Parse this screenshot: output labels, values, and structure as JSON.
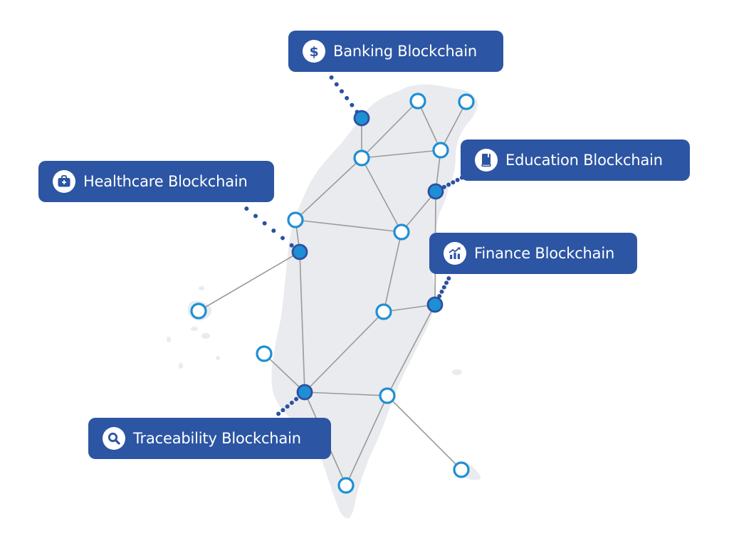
{
  "title": "Taiwan blockchain network",
  "colors": {
    "label_bg": "#2c55a3",
    "label_text": "#ffffff",
    "map_fill": "#e9ebee",
    "edge": "#9a9a9a",
    "hub_fill": "#1e8fd5",
    "hub_stroke": "#2c50a0",
    "node_ring": "#1e8fd5",
    "node_fill": "#ffffff",
    "dots": "#2c50a0"
  },
  "labels": [
    {
      "id": "banking",
      "text": "Banking Blockchain",
      "icon": "dollar-icon"
    },
    {
      "id": "education",
      "text": "Education Blockchain",
      "icon": "book-icon"
    },
    {
      "id": "healthcare",
      "text": "Healthcare Blockchain",
      "icon": "medical-bag-icon"
    },
    {
      "id": "finance",
      "text": "Finance Blockchain",
      "icon": "chart-growth-icon"
    },
    {
      "id": "traceability",
      "text": "Traceability Blockchain",
      "icon": "magnifier-icon"
    }
  ],
  "nodes": [
    {
      "id": "n-banking",
      "type": "hub",
      "sector": "banking"
    },
    {
      "id": "n-north1",
      "type": "node"
    },
    {
      "id": "n-north2",
      "type": "node"
    },
    {
      "id": "n-taipei-w",
      "type": "node"
    },
    {
      "id": "n-taipei-e",
      "type": "node"
    },
    {
      "id": "n-education",
      "type": "hub",
      "sector": "education"
    },
    {
      "id": "n-west1",
      "type": "node"
    },
    {
      "id": "n-center1",
      "type": "node"
    },
    {
      "id": "n-healthcare",
      "type": "hub",
      "sector": "healthcare"
    },
    {
      "id": "n-penghu",
      "type": "node"
    },
    {
      "id": "n-center2",
      "type": "node"
    },
    {
      "id": "n-finance",
      "type": "hub",
      "sector": "finance"
    },
    {
      "id": "n-west2",
      "type": "node"
    },
    {
      "id": "n-traceability",
      "type": "hub",
      "sector": "traceability"
    },
    {
      "id": "n-south1",
      "type": "node"
    },
    {
      "id": "n-south-tip",
      "type": "node"
    },
    {
      "id": "n-island-se",
      "type": "node"
    }
  ],
  "edges": [
    [
      "n-banking",
      "n-taipei-w"
    ],
    [
      "n-taipei-w",
      "n-north1"
    ],
    [
      "n-north1",
      "n-taipei-e"
    ],
    [
      "n-north2",
      "n-taipei-e"
    ],
    [
      "n-taipei-w",
      "n-taipei-e"
    ],
    [
      "n-taipei-e",
      "n-education"
    ],
    [
      "n-taipei-w",
      "n-west1"
    ],
    [
      "n-taipei-w",
      "n-center1"
    ],
    [
      "n-education",
      "n-center1"
    ],
    [
      "n-education",
      "n-finance"
    ],
    [
      "n-west1",
      "n-center1"
    ],
    [
      "n-west1",
      "n-healthcare"
    ],
    [
      "n-healthcare",
      "n-penghu"
    ],
    [
      "n-center1",
      "n-center2"
    ],
    [
      "n-center2",
      "n-finance"
    ],
    [
      "n-healthcare",
      "n-traceability"
    ],
    [
      "n-center2",
      "n-traceability"
    ],
    [
      "n-west2",
      "n-traceability"
    ],
    [
      "n-traceability",
      "n-south1"
    ],
    [
      "n-finance",
      "n-south1"
    ],
    [
      "n-traceability",
      "n-south-tip"
    ],
    [
      "n-south1",
      "n-south-tip"
    ],
    [
      "n-south1",
      "n-island-se"
    ]
  ]
}
